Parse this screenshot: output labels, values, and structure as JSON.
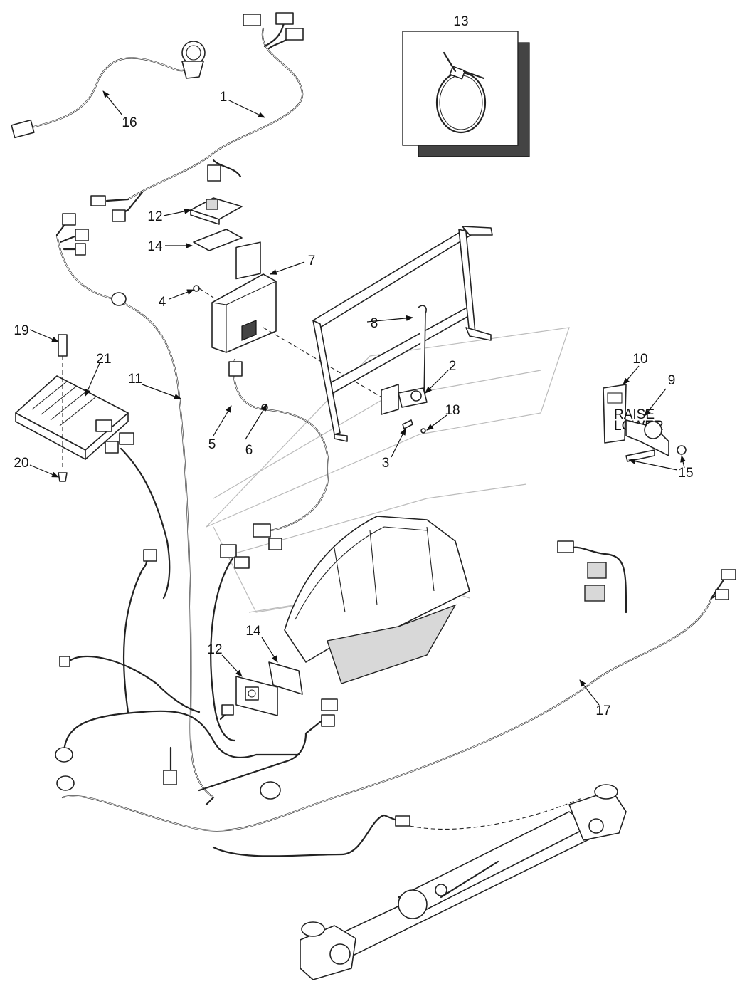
{
  "callouts": {
    "c1": "1",
    "c2": "2",
    "c3": "3",
    "c4": "4",
    "c5": "5",
    "c6": "6",
    "c7": "7",
    "c8": "8",
    "c9": "9",
    "c10": "10",
    "c11": "11",
    "c12a": "12",
    "c12b": "12",
    "c13": "13",
    "c14a": "14",
    "c14b": "14",
    "c15": "15",
    "c16": "16",
    "c17": "17",
    "c18": "18",
    "c19": "19",
    "c20": "20",
    "c21": "21"
  },
  "remote": {
    "label_a": "RAISE",
    "label_b": "LOWER"
  }
}
